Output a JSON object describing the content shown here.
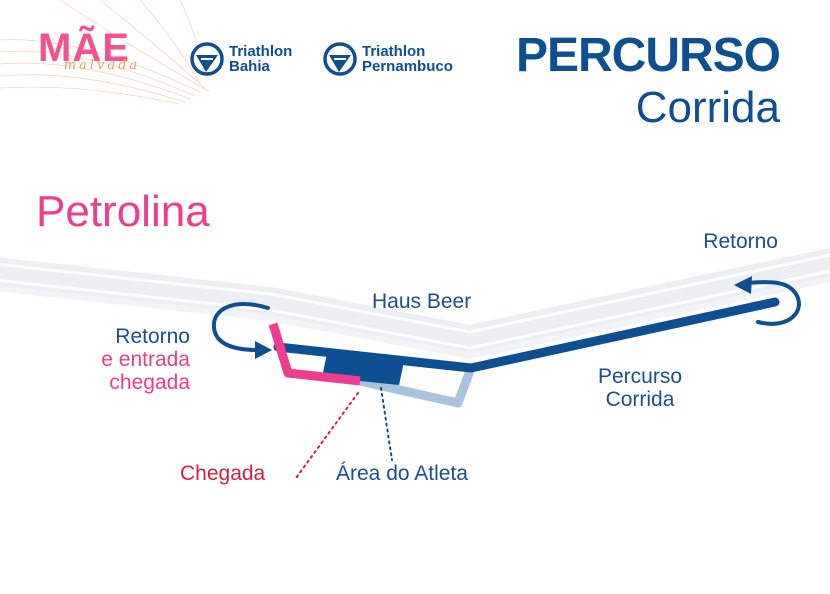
{
  "header": {
    "event_logo": {
      "title": "MÃE",
      "subtitle": "malvada"
    },
    "partner_logos": [
      {
        "line1": "Triathlon",
        "line2": "Bahia",
        "icon": "triathlon-logo-icon"
      },
      {
        "line1": "Triathlon",
        "line2": "Pernambuco",
        "icon": "triathlon-logo-icon"
      }
    ],
    "title": "PERCURSO",
    "subtitle": "Corrida"
  },
  "map": {
    "city": "Petrolina",
    "labels": {
      "retorno_right": "Retorno",
      "haus_beer": "Haus Beer",
      "retorno_left_line1": "Retorno",
      "retorno_left_line2": "e entrada",
      "retorno_left_line3": "chegada",
      "percurso_line1": "Percurso",
      "percurso_line2": "Corrida",
      "chegada": "Chegada",
      "area_atleta": "Área do Atleta"
    },
    "colors": {
      "route": "#0d4f91",
      "finish_route": "#ec3d8e",
      "transition_route": "#a8c3de",
      "road": "#e9eef5",
      "chegada_marker": "#d61f3c",
      "area_marker": "#0d4f91"
    }
  }
}
